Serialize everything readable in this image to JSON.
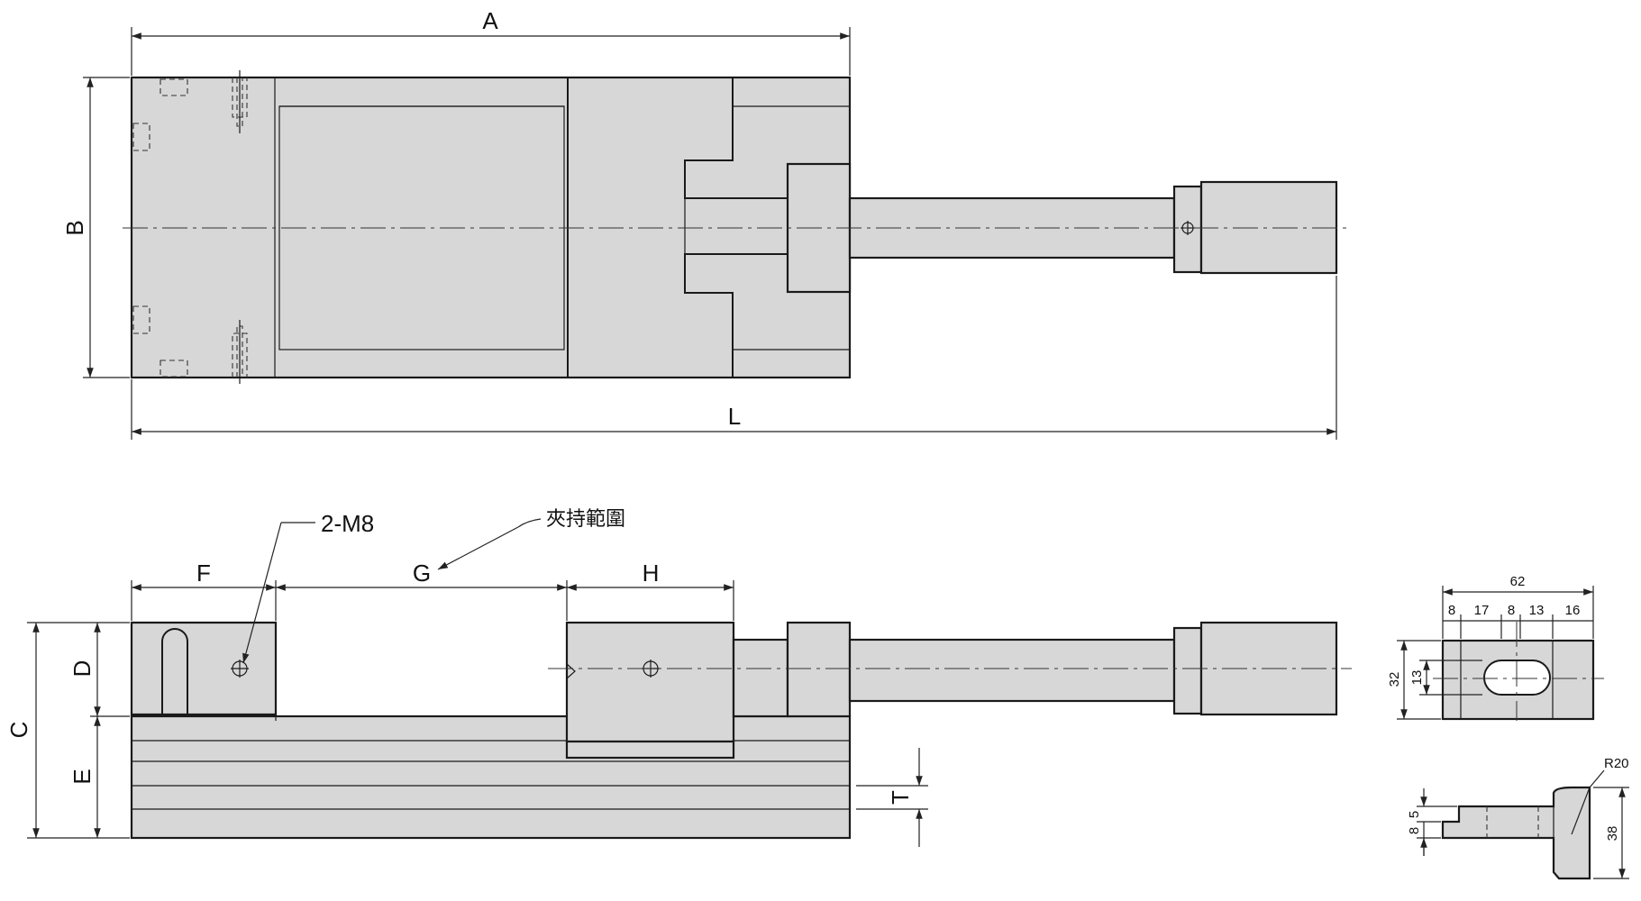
{
  "labels": {
    "A": "A",
    "B": "B",
    "L": "L",
    "C": "C",
    "D": "D",
    "E": "E",
    "F": "F",
    "G": "G",
    "H": "H",
    "T": "T",
    "thread": "2-M8",
    "clamp_range": "夾持範圍"
  },
  "detail": {
    "width": "62",
    "seg1": "8",
    "seg2": "17",
    "seg3": "8",
    "seg4": "13",
    "seg5": "16",
    "height": "32",
    "slot": "13",
    "radius": "R20",
    "d1": "5",
    "d2": "8",
    "d3": "38"
  }
}
